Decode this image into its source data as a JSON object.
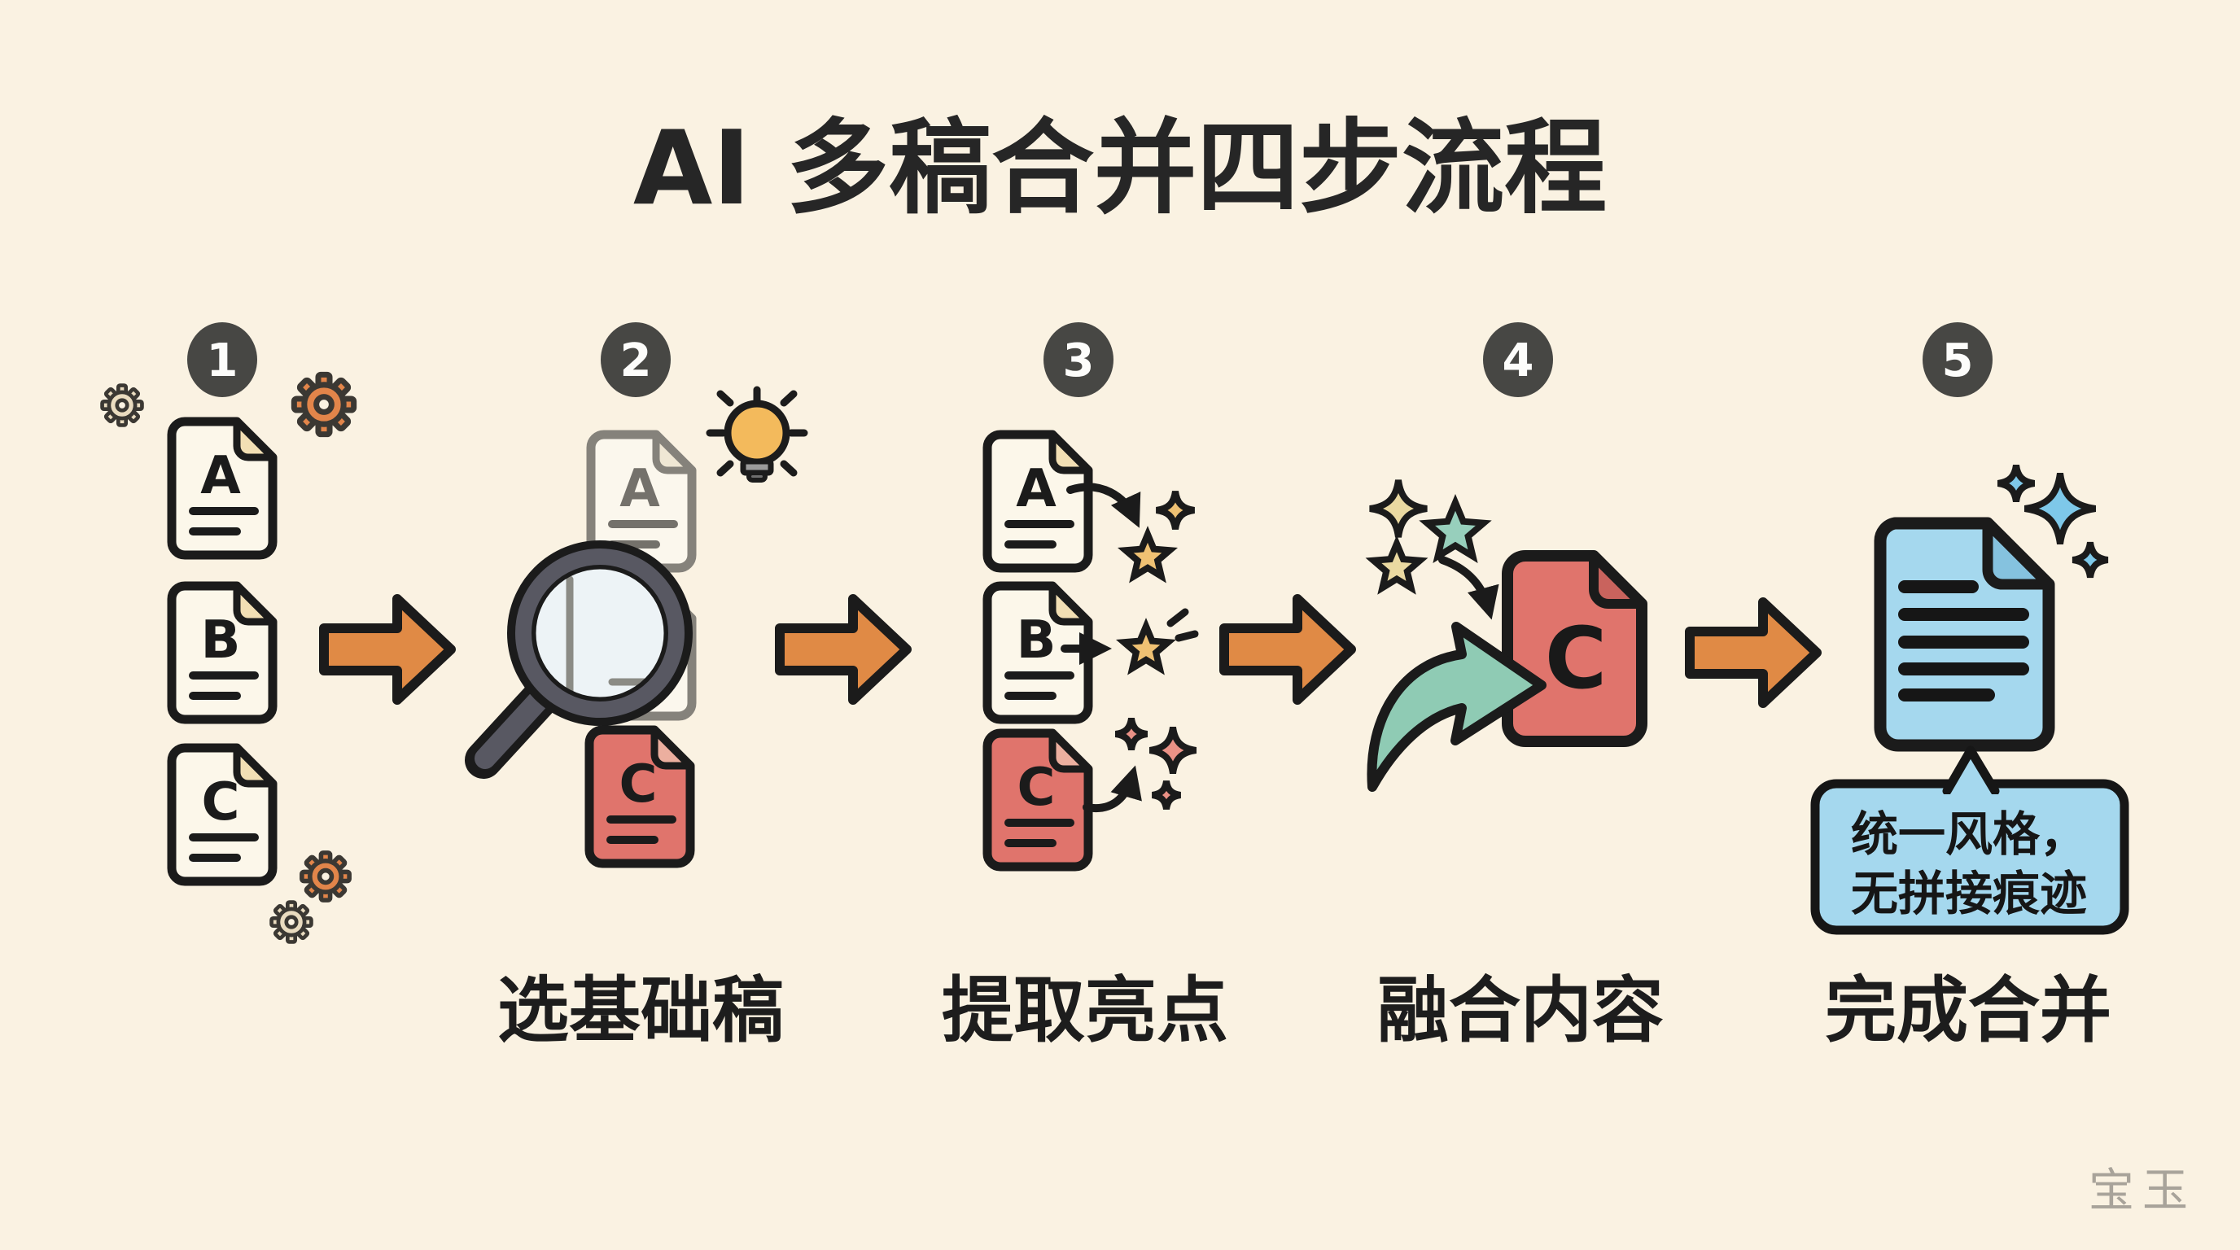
{
  "title": "AI 多稿合并四步流程",
  "watermark": "宝玉",
  "steps": [
    {
      "number": "1",
      "label": ""
    },
    {
      "number": "2",
      "label": "选基础稿"
    },
    {
      "number": "3",
      "label": "提取亮点"
    },
    {
      "number": "4",
      "label": "融合内容"
    },
    {
      "number": "5",
      "label": "完成合并"
    }
  ],
  "doc_letters": {
    "a": "A",
    "b": "B",
    "c": "C"
  },
  "bubble": {
    "line1": "统一风格，",
    "line2": "无拼接痕迹"
  },
  "icons": {
    "gear-icon": "process gear",
    "document-icon": "draft document page",
    "magnifier-icon": "magnifying glass (inspect drafts)",
    "lightbulb-icon": "idea light bulb",
    "star-icon": "highlight star",
    "sparkle-icon": "four-point sparkle",
    "flow-arrow-icon": "orange right arrow",
    "swoosh-arrow-icon": "teal curved merge arrow",
    "speech-bubble": "result note bubble"
  },
  "colors": {
    "background": "#FAF2E2",
    "outline": "#1B1B1B",
    "badge": "#474744",
    "orange": "#E08A45",
    "red_doc": "#E0746C",
    "red_doc_fold": "#C9635D",
    "cream_doc": "#FCF7EA",
    "doc_fold": "#F2DFB4",
    "faded_gray": "#85827B",
    "gold_star": "#EFC173",
    "pale_gold_star": "#EAD9A1",
    "salmon_sparkle": "#EA9186",
    "teal": "#8FCBB4",
    "blue_doc": "#A5D8EE",
    "blue_doc_fold": "#85C2DF",
    "blue_sparkle": "#7EC8E9",
    "bulb": "#F3BA5C",
    "watermark_gray": "#A8A39A"
  }
}
